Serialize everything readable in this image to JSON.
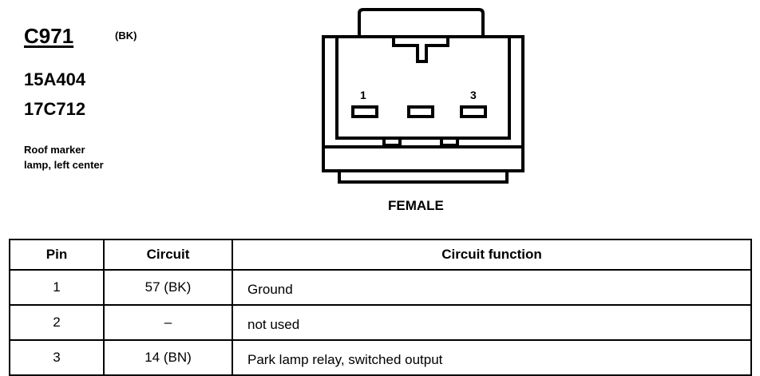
{
  "connector": {
    "id": "C971",
    "color_code": "(BK)",
    "part_numbers": [
      "15A404",
      "17C712"
    ],
    "description_lines": [
      "Roof marker",
      "lamp, left center"
    ]
  },
  "diagram": {
    "pin_labels": [
      "1",
      "3"
    ],
    "view_label": "FEMALE"
  },
  "table": {
    "headers": [
      "Pin",
      "Circuit",
      "Circuit function"
    ],
    "rows": [
      {
        "pin": "1",
        "circuit": "57 (BK)",
        "function": "Ground"
      },
      {
        "pin": "2",
        "circuit": "–",
        "function": "not used"
      },
      {
        "pin": "3",
        "circuit": "14 (BN)",
        "function": "Park lamp relay, switched output"
      }
    ]
  }
}
